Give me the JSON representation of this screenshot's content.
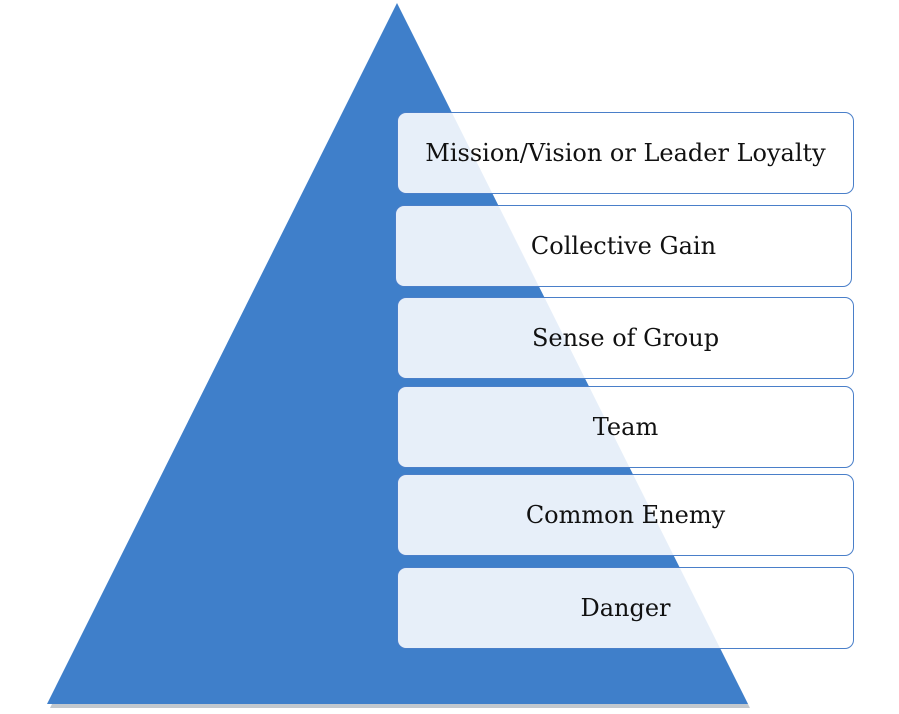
{
  "diagram": {
    "type": "pyramid",
    "colors": {
      "pyramid_fill": "#3f7fca",
      "pyramid_shadow": "#9aa3ad",
      "box_fill": "#ffffff",
      "box_border": "#4a7fc9",
      "text": "#111111"
    },
    "tiers": [
      {
        "label": "Mission/Vision or Leader Loyalty"
      },
      {
        "label": "Collective Gain"
      },
      {
        "label": "Sense of Group"
      },
      {
        "label": "Team"
      },
      {
        "label": "Common Enemy"
      },
      {
        "label": "Danger"
      }
    ]
  }
}
